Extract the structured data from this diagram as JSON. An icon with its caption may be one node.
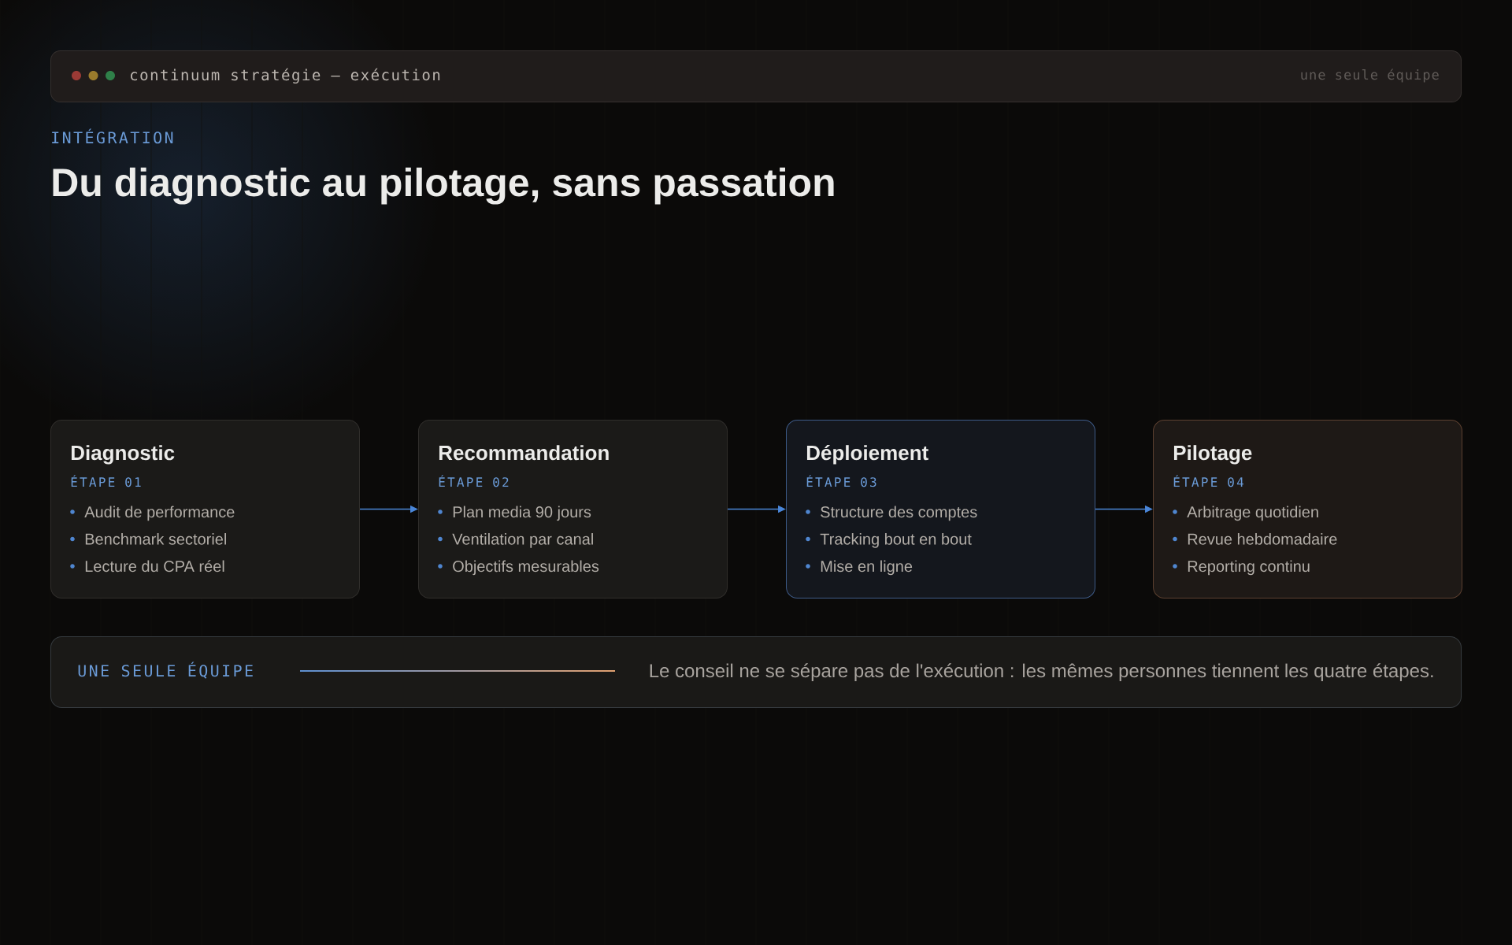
{
  "diagram": {
    "title": "Du diagnostic au pilotage, sans passation",
    "nodes": [
      {
        "text": [
          "continuum stratégie — exécution",
          "une seule équipe"
        ]
      },
      {
        "text": [
          "Diagnostic",
          "ÉTAPE 01",
          "Audit de performance",
          "Benchmark sectoriel",
          "Lecture du CPA réel"
        ]
      },
      {
        "text": [
          "Recommandation",
          "ÉTAPE 02",
          "Plan media 90 jours",
          "Ventilation par canal",
          "Objectifs mesurables"
        ]
      },
      {
        "text": [
          "Déploiement",
          "ÉTAPE 03",
          "Structure des comptes",
          "Tracking bout en bout",
          "Mise en ligne"
        ]
      },
      {
        "text": [
          "Pilotage",
          "ÉTAPE 04",
          "Arbitrage quotidien",
          "Revue hebdomadaire",
          "Reporting continu"
        ]
      },
      {
        "text": [
          "UNE SEULE ÉQUIPE",
          "Le conseil ne se sépare pas de l'exécution : les mêmes personnes tiennent les quatre étapes."
        ]
      }
    ],
    "edges": [
      {
        "from": 1,
        "to": 2,
        "arrow": "to"
      },
      {
        "from": 2,
        "to": 3,
        "arrow": "to"
      },
      {
        "from": 3,
        "to": 4,
        "arrow": "to"
      }
    ],
    "labels": [
      "INTÉGRATION"
    ]
  }
}
